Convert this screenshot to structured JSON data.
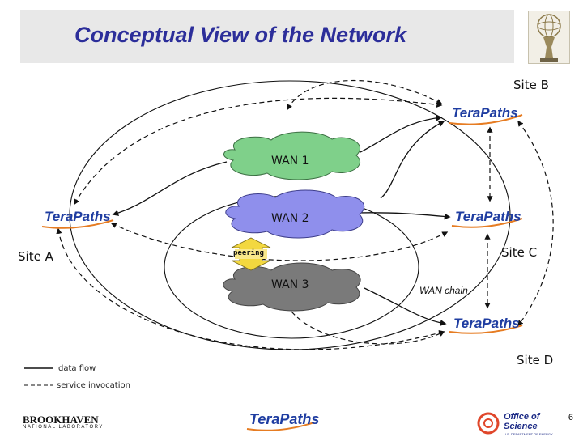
{
  "title": "Conceptual View of the Network",
  "sites": {
    "a": "Site A",
    "b": "Site B",
    "c": "Site C",
    "d": "Site D"
  },
  "logo_text": "TeraPaths",
  "wans": {
    "wan1": "WAN 1",
    "wan2": "WAN 2",
    "wan3": "WAN 3"
  },
  "peering_label": "peering",
  "wan_chain_label": "WAN chain",
  "legend": {
    "data_flow": "data flow",
    "service_invocation": "service invocation"
  },
  "footer": {
    "bnl_main": "BROOKHAVEN",
    "bnl_sub": "NATIONAL LABORATORY",
    "oos_line1": "Office of",
    "oos_line2": "Science",
    "oos_line3": "U.S. DEPARTMENT OF ENERGY",
    "page_number": "6"
  },
  "colors": {
    "title": "#2c2e9a",
    "wan1": "#7fd08a",
    "wan2": "#8f8fec",
    "wan3": "#7a7a7a",
    "peering_arrow": "#f3d83f",
    "logo_text": "#1f3da1",
    "logo_swoosh": "#e67c22"
  }
}
